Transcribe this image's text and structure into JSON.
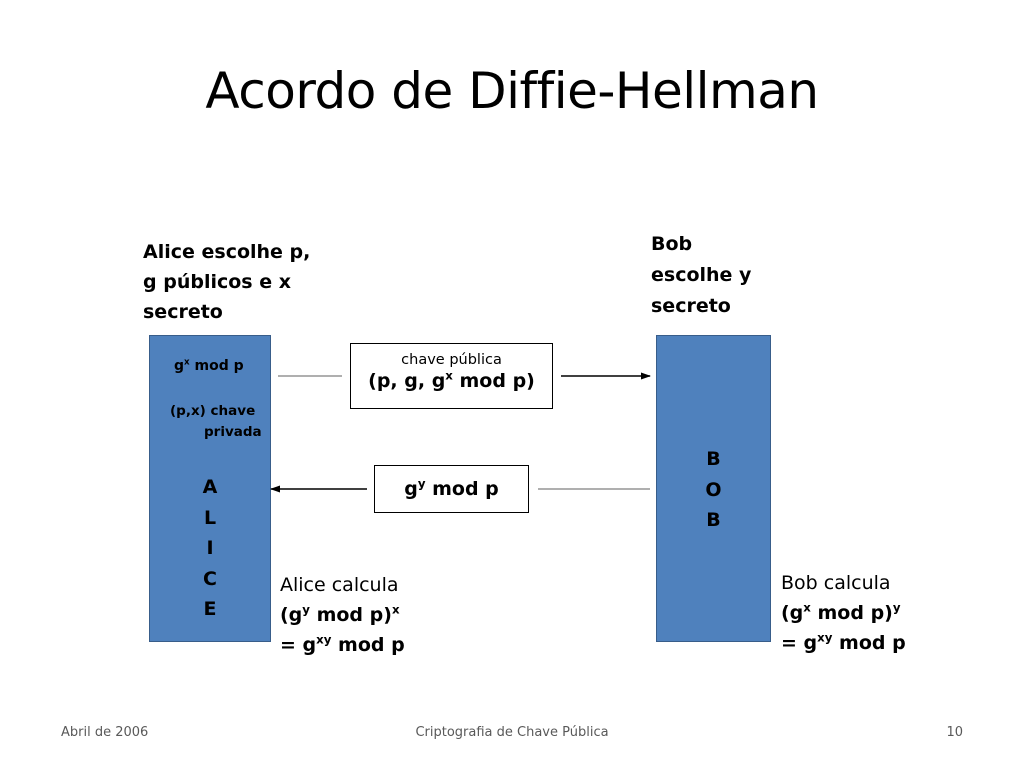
{
  "title": "Acordo de Diffie-Hellman",
  "alice": {
    "choose_lines": [
      "Alice escolhe  p,",
      "g públicos e x",
      "secreto"
    ],
    "box_public": {
      "base": "g",
      "exp": "x",
      "suffix": " mod p"
    },
    "box_private": [
      "(p,x)  chave",
      "privada"
    ],
    "letters": [
      "A",
      "L",
      "I",
      "C",
      "E"
    ],
    "calc": {
      "line1": "Alice calcula",
      "line2": {
        "pre": "(g",
        "sup1": "y",
        "mid": " mod p)",
        "sup2": "x"
      },
      "line3": {
        "pre": "= g",
        "sup": "xy",
        "post": " mod p"
      }
    }
  },
  "bob": {
    "choose_lines": [
      "Bob",
      "escolhe  y",
      "secreto"
    ],
    "letters": [
      "B",
      "O",
      "B"
    ],
    "calc": {
      "line1": "Bob calcula",
      "line2": {
        "pre": "(g",
        "sup1": "x",
        "mid": " mod p)",
        "sup2": "y"
      },
      "line3": {
        "pre": "= g",
        "sup": "xy",
        "post": " mod p"
      }
    }
  },
  "message_top": {
    "caption": "chave pública",
    "value": {
      "pre": "(p, g, g",
      "sup": "x",
      "post": " mod p)"
    }
  },
  "message_bottom": {
    "base": "g",
    "sup": "y",
    "post": " mod p"
  },
  "footer": {
    "date": "Abril de 2006",
    "subject": "Criptografia de Chave Pública",
    "page": "10"
  },
  "colors": {
    "box_fill": "#4f81bd",
    "box_border": "#385d8a",
    "footer_text": "#595959"
  }
}
